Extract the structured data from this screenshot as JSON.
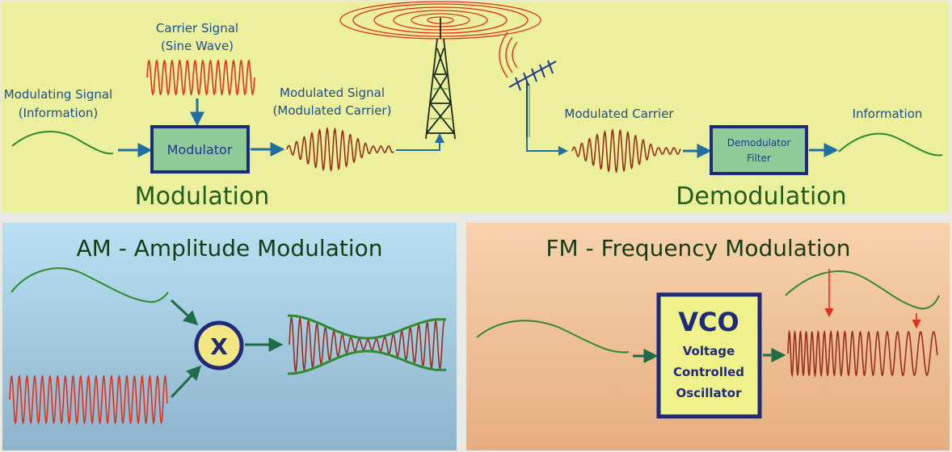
{
  "top": {
    "carrier_title_1": "Carrier Signal",
    "carrier_title_2": "(Sine Wave)",
    "modulating_title_1": "Modulating Signal",
    "modulating_title_2": "(Information)",
    "modulator_label": "Modulator",
    "modulated_title_1": "Modulated Signal",
    "modulated_title_2": "(Modulated Carrier)",
    "modulated_carrier_label": "Modulated Carrier",
    "demod_label_1": "Demodulator",
    "demod_label_2": "Filter",
    "information_label": "Information",
    "modulation_heading": "Modulation",
    "demodulation_heading": "Demodulation"
  },
  "am": {
    "title": "AM - Amplitude Modulation",
    "multiplier_symbol": "X"
  },
  "fm": {
    "title": "FM - Frequency Modulation",
    "vco_1": "VCO",
    "vco_2": "Voltage",
    "vco_3": "Controlled",
    "vco_4": "Oscillator"
  },
  "colors": {
    "top_bg": "#ecef9b",
    "am_bg_top": "#b7def0",
    "am_bg_bottom": "#8fb5cc",
    "fm_bg_top": "#f6cfa8",
    "fm_bg_bottom": "#e7b184",
    "signal_green": "#2e8b2e",
    "wave_red": "#e1311c",
    "modulated_dark_red": "#9a2d1a",
    "arrow_blue": "#1f6fa3",
    "arrow_green": "#1d6b47",
    "box_navy": "#202a7a",
    "box_fill_green": "#8ecb98",
    "heading_green": "#1f5e1f",
    "title_dark_green": "#173c14",
    "vco_fill": "#eff28a"
  }
}
